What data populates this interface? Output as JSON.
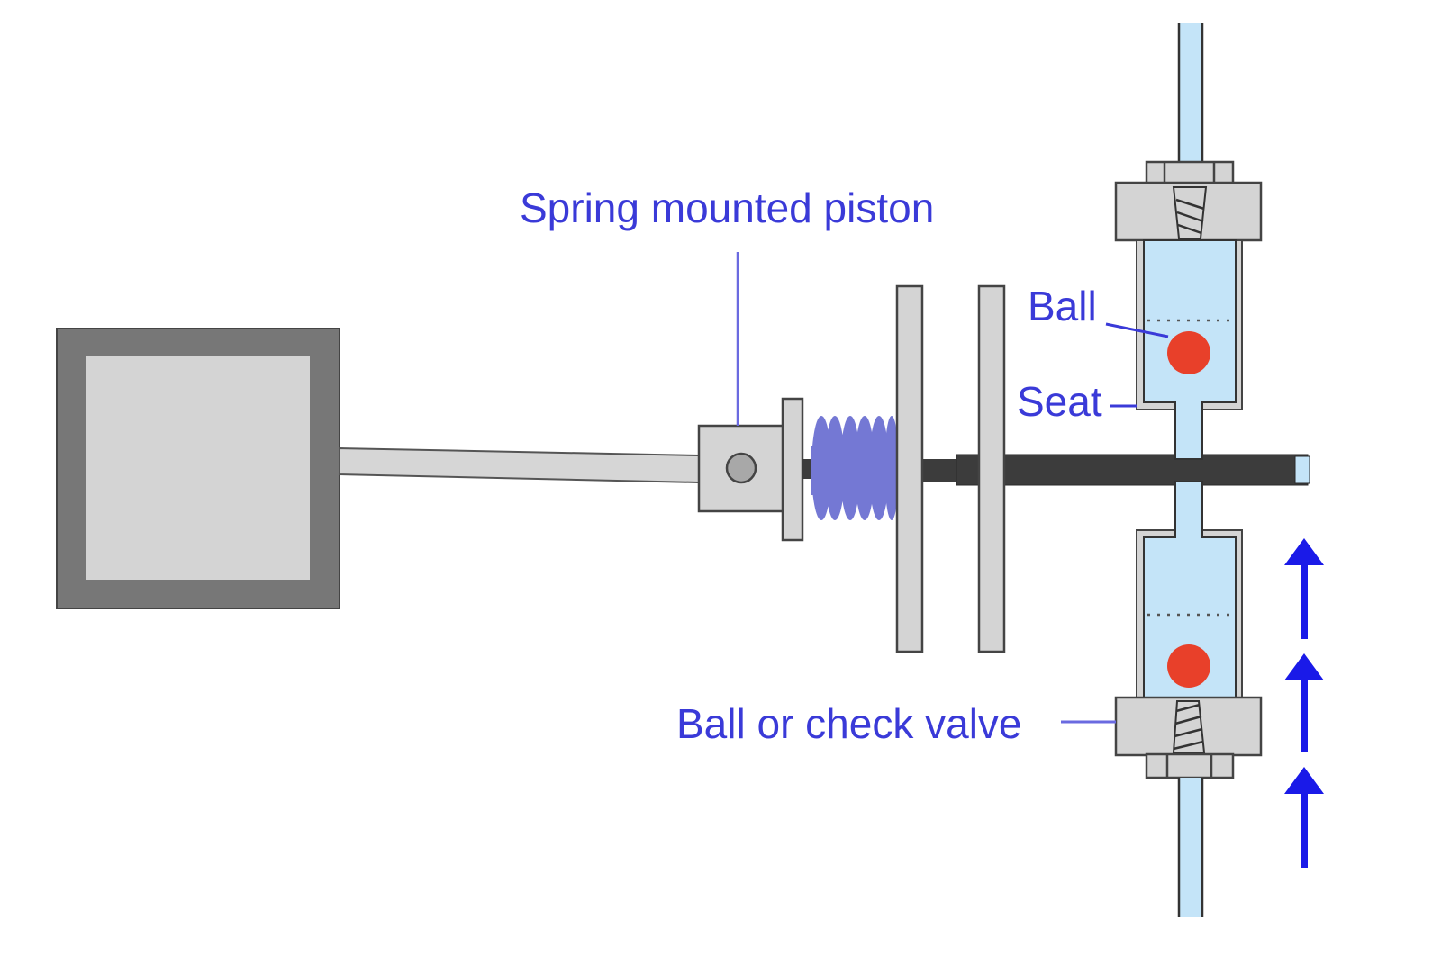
{
  "diagram": {
    "title": "Spring mounted piston pump with ball check valves",
    "labels": {
      "piston": "Spring mounted piston",
      "ball": "Ball",
      "seat": "Seat",
      "check_valve": "Ball or check valve"
    },
    "components": [
      "motor-housing",
      "connecting-rod",
      "pivot-block",
      "piston-flange",
      "spring",
      "plate-1",
      "plate-2",
      "plunger-rod",
      "upper-valve",
      "lower-valve",
      "upper-pipe",
      "lower-pipe"
    ],
    "flow_direction": "up",
    "flow_arrow_count": 3,
    "colors": {
      "label": "#3a3ad8",
      "leader": "#6a6ae0",
      "spring": "#7478d4",
      "fluid": "#c4e4f8",
      "ball": "#e8402a",
      "metal_light": "#d4d4d4",
      "metal_dark": "#777777",
      "rod_dark": "#3c3c3c",
      "outline": "#333333",
      "arrow": "#1a1ae8"
    }
  }
}
